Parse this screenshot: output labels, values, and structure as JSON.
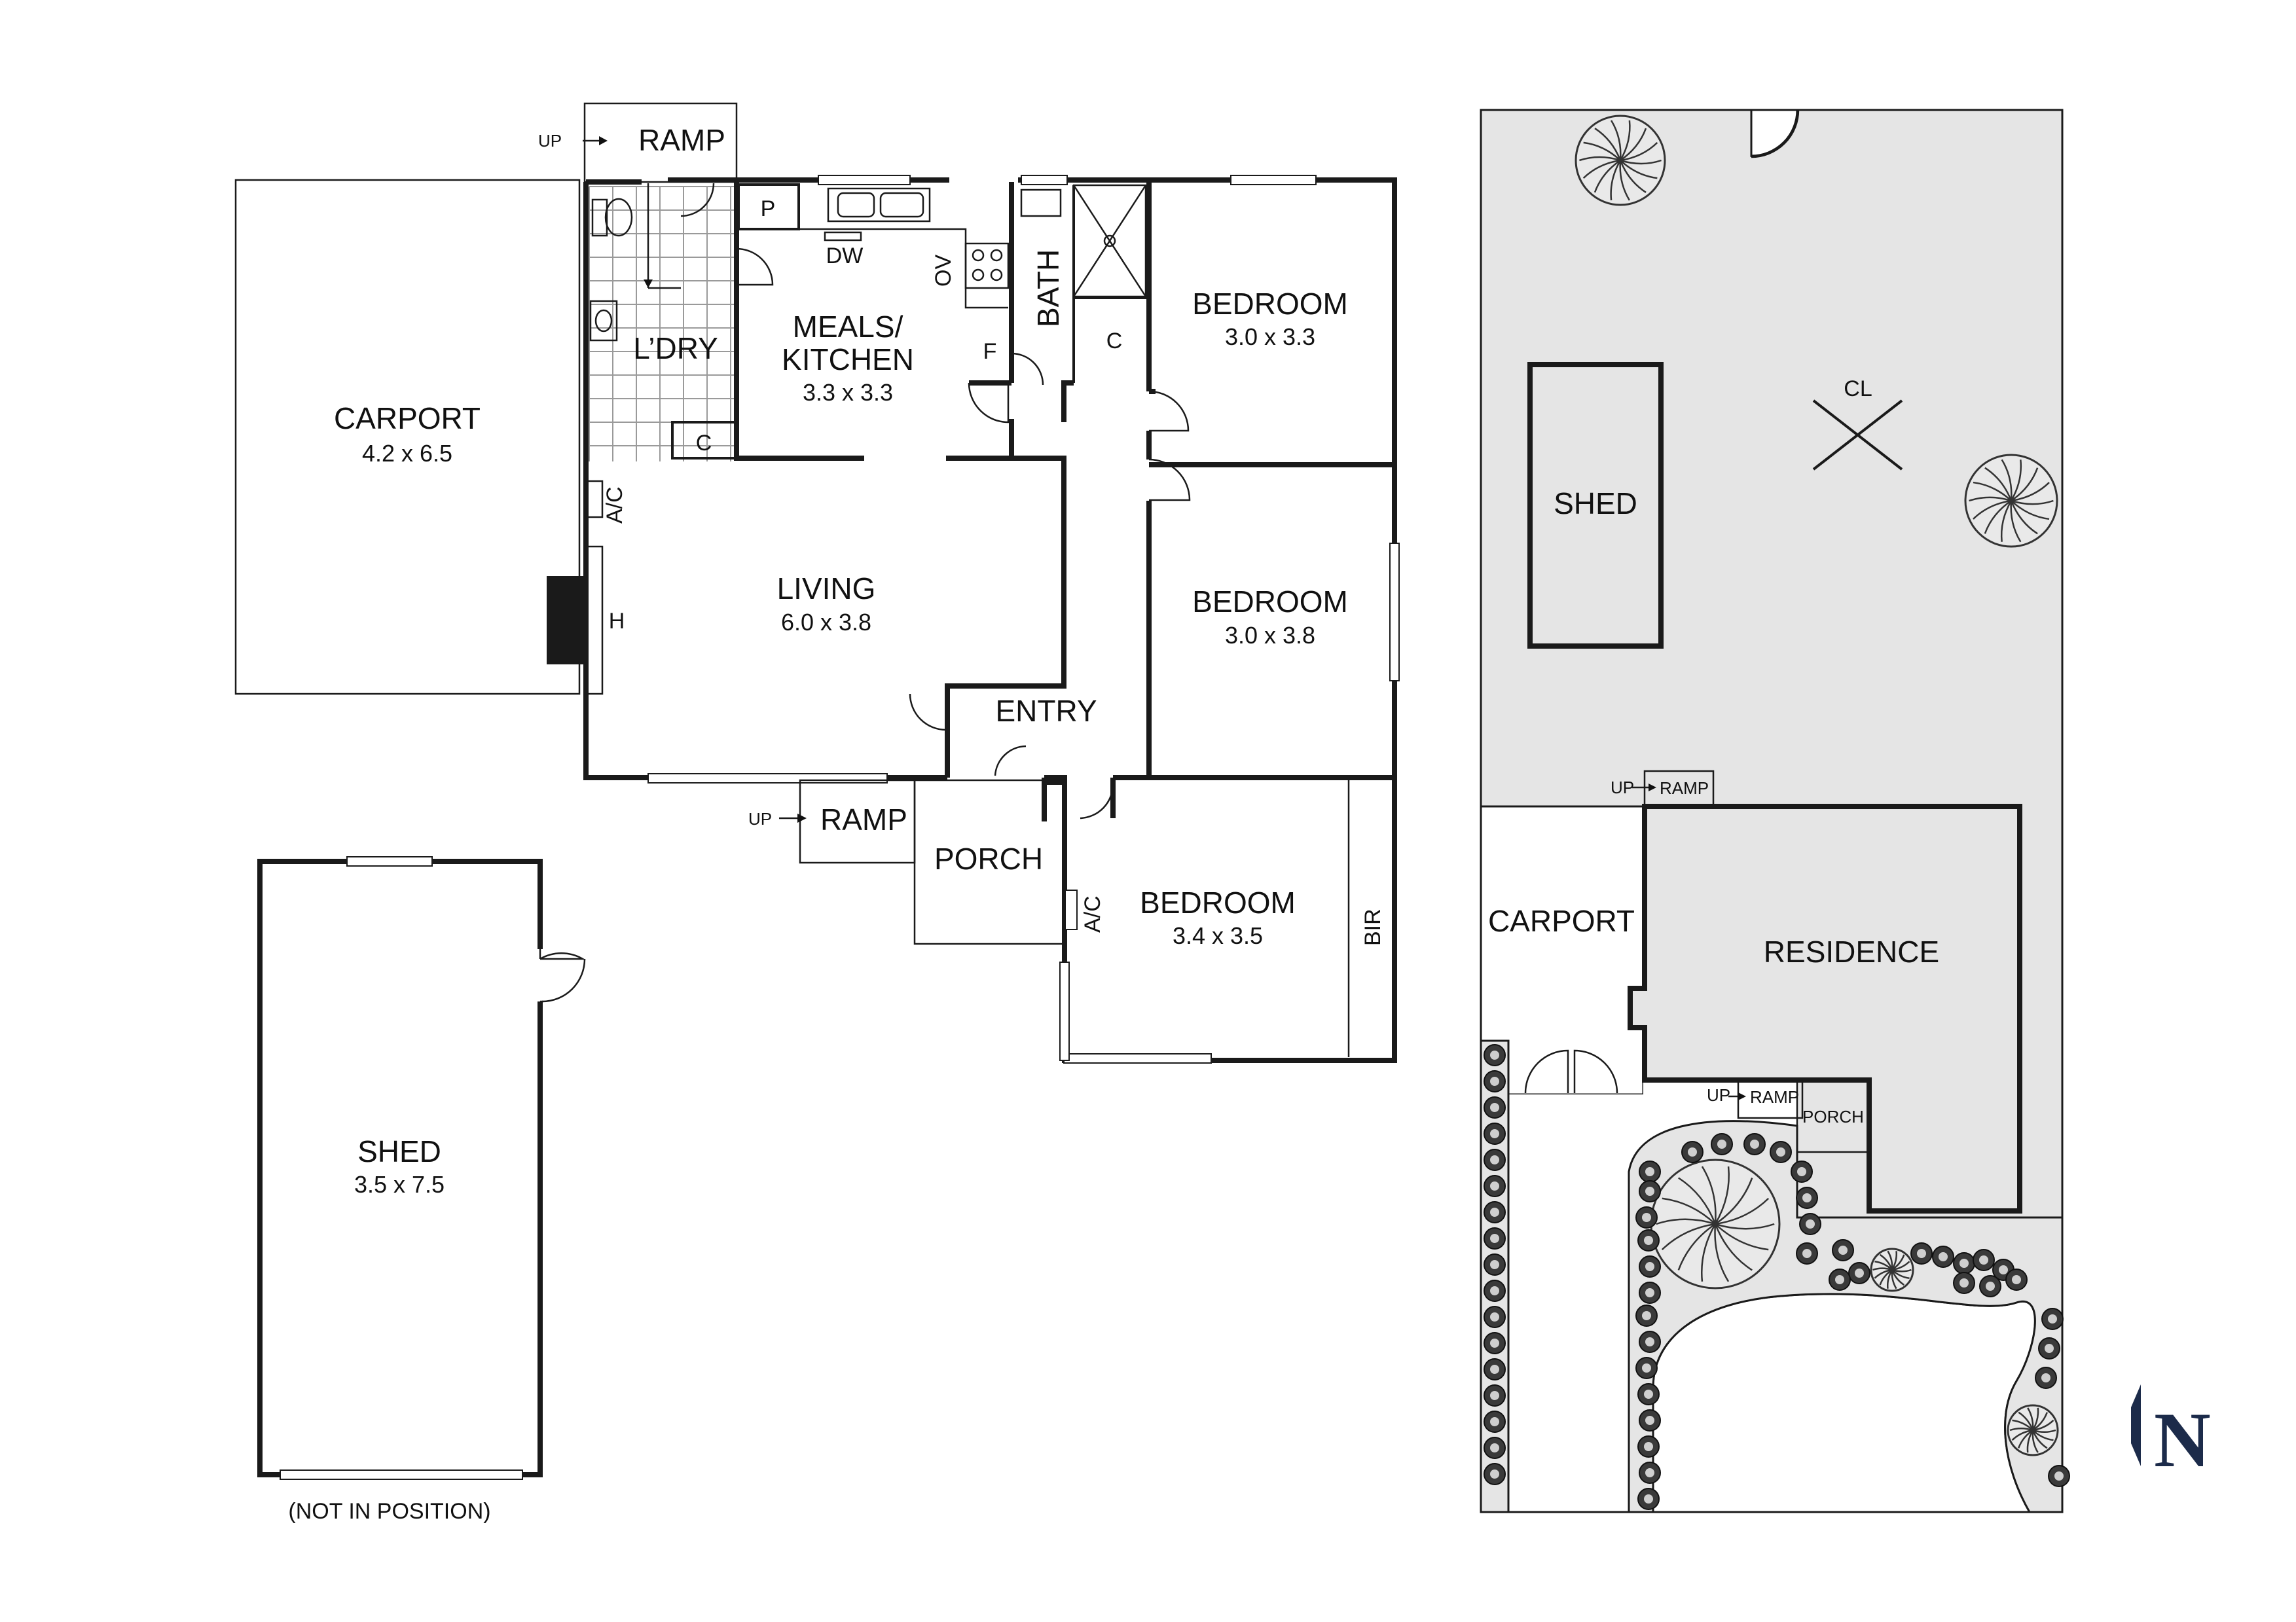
{
  "floor_plan": {
    "rooms": [
      {
        "id": "carport",
        "label": "CARPORT",
        "dims": "4.2 x 6.5"
      },
      {
        "id": "laundry",
        "label": "L’DRY"
      },
      {
        "id": "meals-kitchen",
        "label": "MEALS/",
        "label2": "KITCHEN",
        "dims": "3.3 x 3.3"
      },
      {
        "id": "bath",
        "label": "BATH"
      },
      {
        "id": "bedroom-1",
        "label": "BEDROOM",
        "dims": "3.0 x 3.3"
      },
      {
        "id": "living",
        "label": "LIVING",
        "dims": "6.0 x 3.8"
      },
      {
        "id": "bedroom-2",
        "label": "BEDROOM",
        "dims": "3.0 x 3.8"
      },
      {
        "id": "entry",
        "label": "ENTRY"
      },
      {
        "id": "porch",
        "label": "PORCH"
      },
      {
        "id": "bedroom-3",
        "label": "BEDROOM",
        "dims": "3.4 x 3.5"
      },
      {
        "id": "shed",
        "label": "SHED",
        "dims": "3.5 x 7.5"
      }
    ],
    "fixtures": {
      "pantry": "P",
      "dishwasher": "DW",
      "oven": "OV",
      "fridge": "F",
      "cupboard": "C",
      "air_con": "A/C",
      "heater": "H",
      "built_in_robe": "BIR"
    },
    "ramp_label": "RAMP",
    "up_label": "UP",
    "shed_note": "(NOT IN POSITION)"
  },
  "site_plan": {
    "shed": "SHED",
    "clothesline": "CL",
    "carport": "CARPORT",
    "residence": "RESIDENCE",
    "porch": "PORCH",
    "ramp_label": "RAMP",
    "up_label": "UP"
  },
  "north": "N",
  "colors": {
    "wall": "#1a1a1a",
    "site_fill": "#e5e5e5",
    "shrub": "#3a3a3a"
  }
}
